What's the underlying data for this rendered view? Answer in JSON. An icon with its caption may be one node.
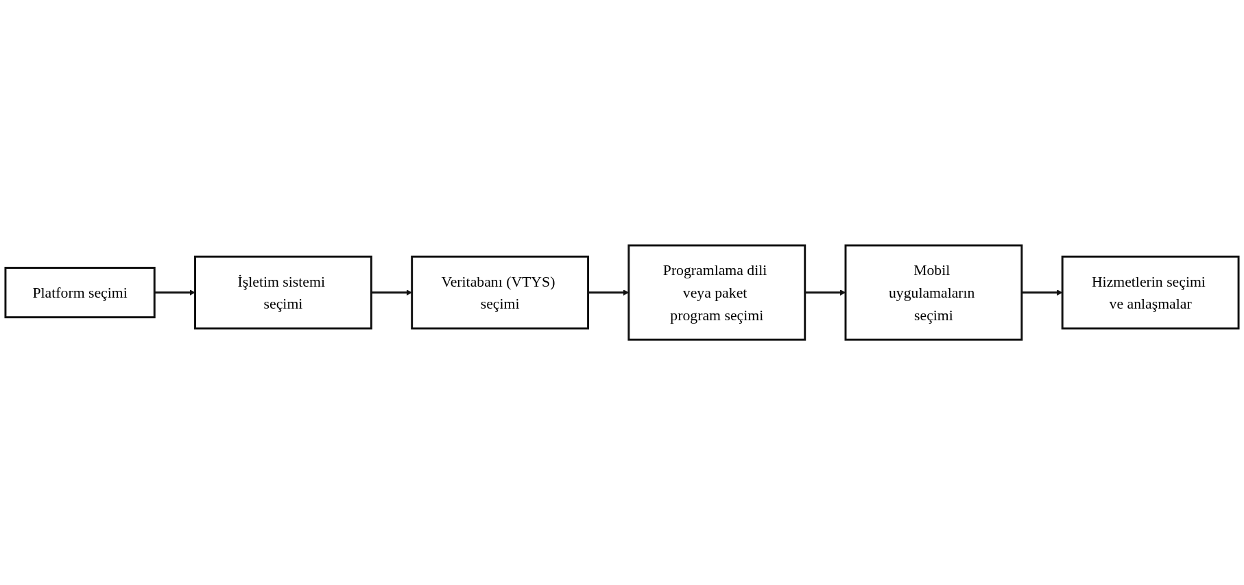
{
  "diagram": {
    "nodes": [
      {
        "text": [
          "Platform seçimi"
        ]
      },
      {
        "text": [
          "İşletim sistemi seçimi"
        ]
      },
      {
        "text": [
          "Veritabanı (VTYS) seçimi"
        ]
      },
      {
        "text": [
          "Programlama dili veya paket program seçimi"
        ]
      },
      {
        "text": [
          "Mobil uygulamaların seçimi"
        ]
      },
      {
        "text": [
          "Hizmetlerin seçimi ve anlaşmalar"
        ]
      }
    ],
    "edges": [
      {
        "from": 0,
        "to": 1,
        "arrow": "to"
      },
      {
        "from": 1,
        "to": 2,
        "arrow": "to"
      },
      {
        "from": 2,
        "to": 3,
        "arrow": "to"
      },
      {
        "from": 3,
        "to": 4,
        "arrow": "to"
      },
      {
        "from": 4,
        "to": 5,
        "arrow": "to"
      }
    ]
  }
}
